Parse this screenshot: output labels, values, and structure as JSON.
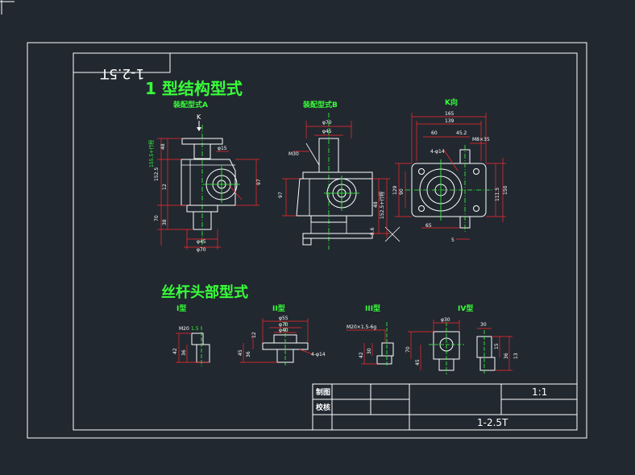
{
  "drawing": {
    "mirrored_title": "1-2.5T",
    "main_heading": "1 型结构型式",
    "section_heading": "丝杆头部型式",
    "colors": {
      "background": "#212830",
      "frame": "#ffffff",
      "heading": "#39ff3a",
      "dimension": "#ff2a2a",
      "outline": "#ffffff",
      "centerline": "#39ff3a",
      "cyan": "#1fd6ff"
    }
  },
  "views": {
    "view_a": {
      "label": "装配型式A",
      "arrow_label": "K",
      "dims": {
        "h1": "48",
        "h2": "152.5",
        "h3": "12",
        "h4": "70",
        "h5": "38",
        "r1": "97",
        "d1": "φ45",
        "d2": "φ70",
        "s1": "φ15",
        "span": "155.5+行程"
      }
    },
    "view_b": {
      "label": "装配型式B",
      "dims": {
        "d1": "φ70",
        "d2": "φ45",
        "w1": "M30",
        "h1": "97",
        "h2": "48",
        "h3": "152.5+行程",
        "h4": "5.6"
      }
    },
    "view_k": {
      "label": "K向",
      "dims": {
        "w1": "165",
        "w2": "139",
        "w3": "60",
        "w4": "45.2",
        "hole": "4-φ14",
        "ang": "M8×35",
        "h1": "129",
        "h2": "90",
        "h3": "111.5",
        "h4": "150",
        "b1": "65",
        "b2": "5"
      }
    }
  },
  "screw_heads": {
    "type_1": {
      "label": "I型",
      "dims": {
        "a": "M20",
        "b": "1.5",
        "c": "42",
        "d": "36"
      }
    },
    "type_2": {
      "label": "II型",
      "dims": {
        "a": "φ55",
        "b": "φ70",
        "c": "φ40",
        "d": "4-φ14",
        "e": "12",
        "f": "45",
        "g": "36"
      }
    },
    "type_3": {
      "label": "III型",
      "dims": {
        "a": "M20×1.5-6g",
        "b": "42",
        "c": "30"
      }
    },
    "type_4": {
      "label": "IV型",
      "dims": {
        "a": "φ30",
        "b": "30",
        "c": "70",
        "d": "45",
        "e": "15",
        "f": "36",
        "g": "13"
      }
    }
  },
  "title_block": {
    "row1_label": "制图",
    "row2_label": "校核",
    "scale": "1:1",
    "drawing_no": "1-2.5T"
  }
}
